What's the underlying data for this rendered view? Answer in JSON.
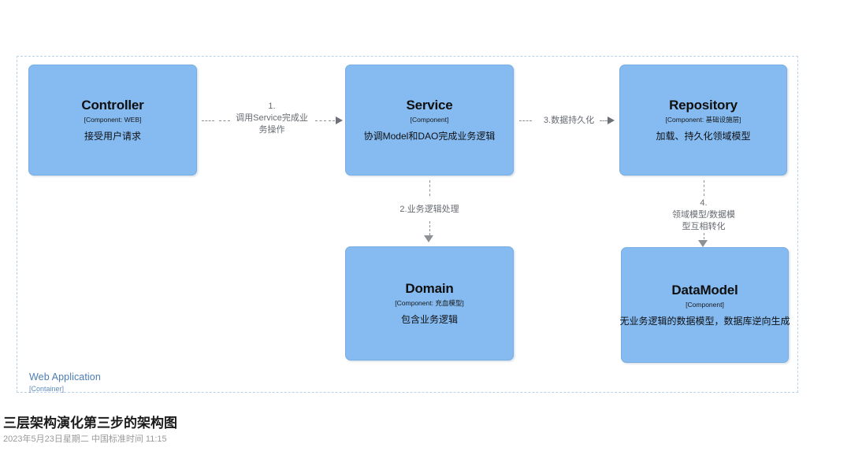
{
  "diagram": {
    "container": {
      "name": "Web Application",
      "type": "[Container]"
    },
    "nodes": [
      {
        "id": "controller",
        "title": "Controller",
        "type": "[Component: WEB]",
        "description": "接受用户请求"
      },
      {
        "id": "service",
        "title": "Service",
        "type": "[Component]",
        "description": "协调Model和DAO完成业务逻辑"
      },
      {
        "id": "repository",
        "title": "Repository",
        "type": "[Component: 基础设施层]",
        "description": "加载、持久化领域模型"
      },
      {
        "id": "domain",
        "title": "Domain",
        "type": "[Component: 充血模型]",
        "description": "包含业务逻辑"
      },
      {
        "id": "datamodel",
        "title": "DataModel",
        "type": "[Component]",
        "description": "无业务逻辑的数据模型，数据库逆向生成"
      }
    ],
    "connectors": [
      {
        "id": "c1",
        "from": "controller",
        "to": "service",
        "label": "1.\n调用Service完成业\n务操作"
      },
      {
        "id": "c2",
        "from": "service",
        "to": "domain",
        "label": "2.业务逻辑处理"
      },
      {
        "id": "c3",
        "from": "service",
        "to": "repository",
        "label": "3.数据持久化"
      },
      {
        "id": "c4",
        "from": "repository",
        "to": "datamodel",
        "label": "4.\n领域模型/数据模\n型互相转化"
      }
    ]
  },
  "caption": {
    "title": "三层架构演化第三步的架构图",
    "subtitle": "2023年5月23日星期二 中国标准时间 11:15"
  },
  "colors": {
    "node_fill": "#85bbf0",
    "node_stroke": "#78aee0",
    "container_stroke": "#b9d2ea",
    "container_label": "#4a7cb5",
    "connector": "#8d9196",
    "connector_label": "#666a70"
  }
}
